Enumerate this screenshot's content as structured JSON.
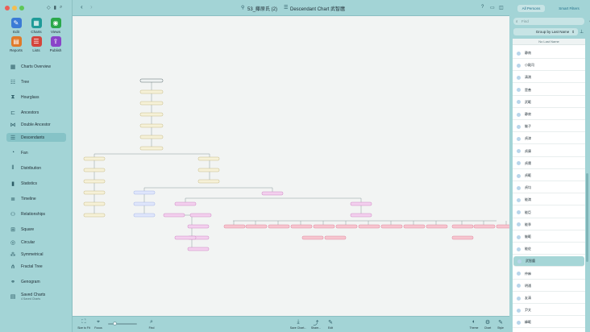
{
  "window": {
    "title": "53_藤原氏 (2)",
    "chart_title": "Descendant Chart 武智麿"
  },
  "toolbar_grid": [
    {
      "label": "Edit",
      "color": "#3b7bd6",
      "glyph": "✎"
    },
    {
      "label": "Charts",
      "color": "#1f9b98",
      "glyph": "▦"
    },
    {
      "label": "Views",
      "color": "#2aa84a",
      "glyph": "◉"
    },
    {
      "label": "Reports",
      "color": "#e07a2a",
      "glyph": "▤"
    },
    {
      "label": "Lists",
      "color": "#d4453b",
      "glyph": "☰"
    },
    {
      "label": "Publish",
      "color": "#8a44c9",
      "glyph": "⇪"
    }
  ],
  "nav": [
    {
      "label": "Charts Overview",
      "icon": "charts-overview-icon",
      "glyph": "▦"
    },
    {
      "label": "Tree",
      "icon": "tree-icon",
      "glyph": "☷"
    },
    {
      "label": "Hourglass",
      "icon": "hourglass-icon",
      "glyph": "⧗"
    },
    {
      "label": "Ancestors",
      "icon": "ancestors-icon",
      "glyph": "⊏"
    },
    {
      "label": "Double Ancestor",
      "icon": "double-ancestor-icon",
      "glyph": "⋈"
    },
    {
      "label": "Descendants",
      "icon": "descendants-icon",
      "glyph": "☰"
    },
    {
      "label": "Fan",
      "icon": "fan-icon",
      "glyph": "◔"
    },
    {
      "label": "Distribution",
      "icon": "distribution-icon",
      "glyph": "⫴"
    },
    {
      "label": "Statistics",
      "icon": "statistics-icon",
      "glyph": "▮"
    },
    {
      "label": "Timeline",
      "icon": "timeline-icon",
      "glyph": "≣"
    },
    {
      "label": "Relationships",
      "icon": "relationships-icon",
      "glyph": "⚇"
    },
    {
      "label": "Square",
      "icon": "square-icon",
      "glyph": "⊞"
    },
    {
      "label": "Circular",
      "icon": "circular-icon",
      "glyph": "◎"
    },
    {
      "label": "Symmetrical",
      "icon": "symmetrical-icon",
      "glyph": "⁂"
    },
    {
      "label": "Fractal Tree",
      "icon": "fractal-tree-icon",
      "glyph": "⋔"
    },
    {
      "label": "Genogram",
      "icon": "genogram-icon",
      "glyph": "⚭"
    },
    {
      "label": "Saved Charts",
      "sub": "4 Saved Charts",
      "icon": "saved-charts-icon",
      "glyph": "▤"
    }
  ],
  "bottom_left": [
    {
      "label": "Size to Fit",
      "icon": "size-to-fit-icon",
      "glyph": "⛶"
    },
    {
      "label": "Focus",
      "icon": "focus-icon",
      "glyph": "⌖"
    },
    {
      "label": "Find",
      "icon": "find-icon",
      "glyph": "⌕"
    }
  ],
  "bottom_mid": [
    {
      "label": "Save Chart...",
      "icon": "save-chart-icon",
      "glyph": "⤓"
    },
    {
      "label": "Share...",
      "icon": "share-icon",
      "glyph": "⤴"
    },
    {
      "label": "Edit",
      "icon": "edit-icon",
      "glyph": "✎"
    }
  ],
  "bottom_right": [
    {
      "label": "Theme",
      "icon": "theme-icon",
      "glyph": "◐"
    },
    {
      "label": "Chart",
      "icon": "chart-settings-icon",
      "glyph": "⚙"
    },
    {
      "label": "Style",
      "icon": "style-icon",
      "glyph": "✎"
    }
  ],
  "right_panel": {
    "segments": [
      "All Persons",
      "Smart Filters"
    ],
    "find_placeholder": "Find",
    "group_by": "Group by Last Name",
    "list_header": "No Last Name",
    "persons": [
      "静南",
      "小殿司",
      "清満",
      "是善",
      "武範",
      "静寂",
      "継子",
      "貞津",
      "貞康",
      "貞庸",
      "貞範",
      "貞均",
      "能満",
      "能臣",
      "能季",
      "継範",
      "能佐",
      "武智麿",
      "仲麻",
      "明通",
      "友清",
      "尹文",
      "峰範"
    ],
    "selected_index": 17
  },
  "colors": {
    "accent": "#1f9b98",
    "selected_row": "#a6d6d7"
  }
}
